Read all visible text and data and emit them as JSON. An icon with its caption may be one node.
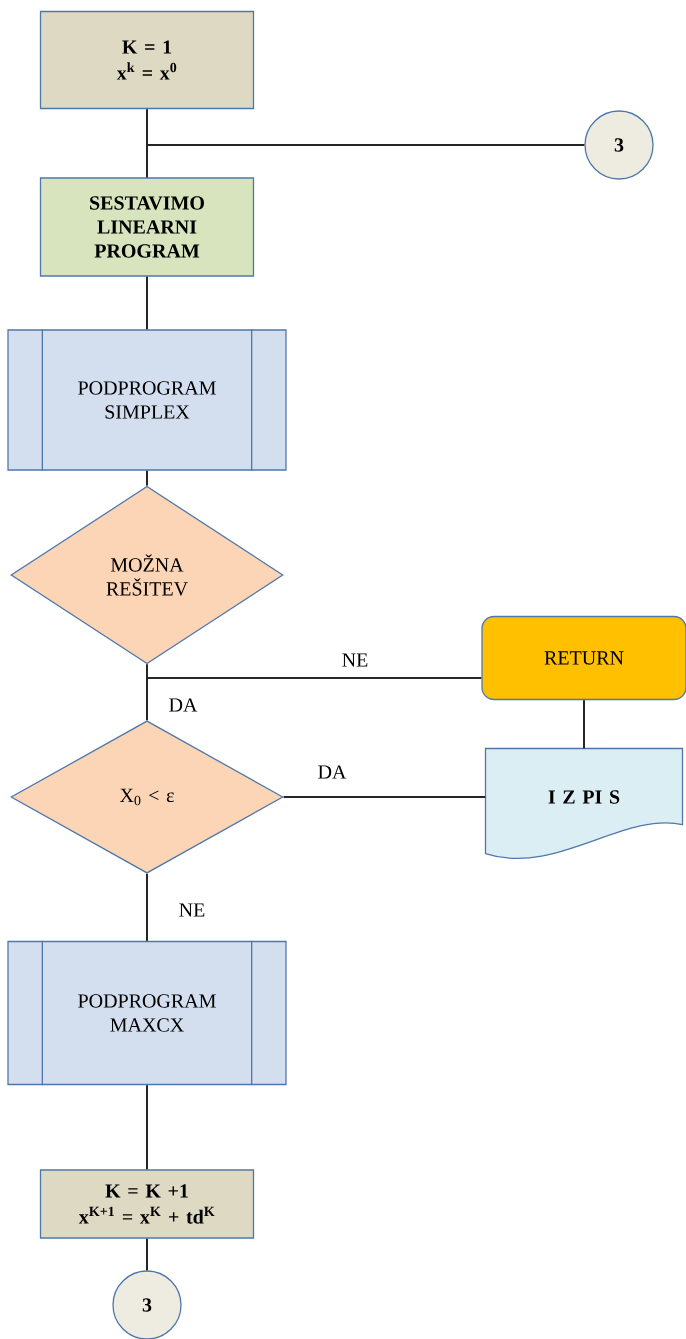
{
  "diagram": {
    "nodes": [
      {
        "text": [
          "K = 1",
          "x$^{k}$ = x$^{0}$"
        ]
      },
      {
        "text": [
          "3"
        ]
      },
      {
        "text": [
          "SESTAVIMO LINEARNI PROGRAM"
        ]
      },
      {
        "text": [
          "PODPROGRAM SIMPLEX"
        ]
      },
      {
        "text": [
          "MOŽNA REŠITEV"
        ]
      },
      {
        "text": [
          "RETURN"
        ]
      },
      {
        "text": [
          "X$_{0}$ < ε"
        ]
      },
      {
        "text": [
          "I Z PI S"
        ]
      },
      {
        "text": [
          "PODPROGRAM MAXCX"
        ]
      },
      {
        "text": [
          "K = K  +1",
          "x$^{K+1}$ = x$^{K}$ + td$^{K}$"
        ]
      },
      {
        "text": [
          "3"
        ]
      }
    ],
    "edges": [
      {
        "from": 0,
        "to": 2,
        "arrow": "none"
      },
      {
        "from": 1,
        "to": 2,
        "arrow": "none"
      },
      {
        "from": 2,
        "to": 3,
        "arrow": "none"
      },
      {
        "from": 3,
        "to": 4,
        "arrow": "none"
      },
      {
        "from": 4,
        "to": 5,
        "arrow": "none",
        "label": "NE"
      },
      {
        "from": 4,
        "to": 6,
        "arrow": "none",
        "label": "DA"
      },
      {
        "from": 6,
        "to": 7,
        "arrow": "none",
        "label": "DA"
      },
      {
        "from": 7,
        "to": 5,
        "arrow": "none"
      },
      {
        "from": 6,
        "to": 8,
        "arrow": "none",
        "label": "NE"
      },
      {
        "from": 8,
        "to": 9,
        "arrow": "none"
      },
      {
        "from": 9,
        "to": 10,
        "arrow": "none"
      }
    ]
  }
}
